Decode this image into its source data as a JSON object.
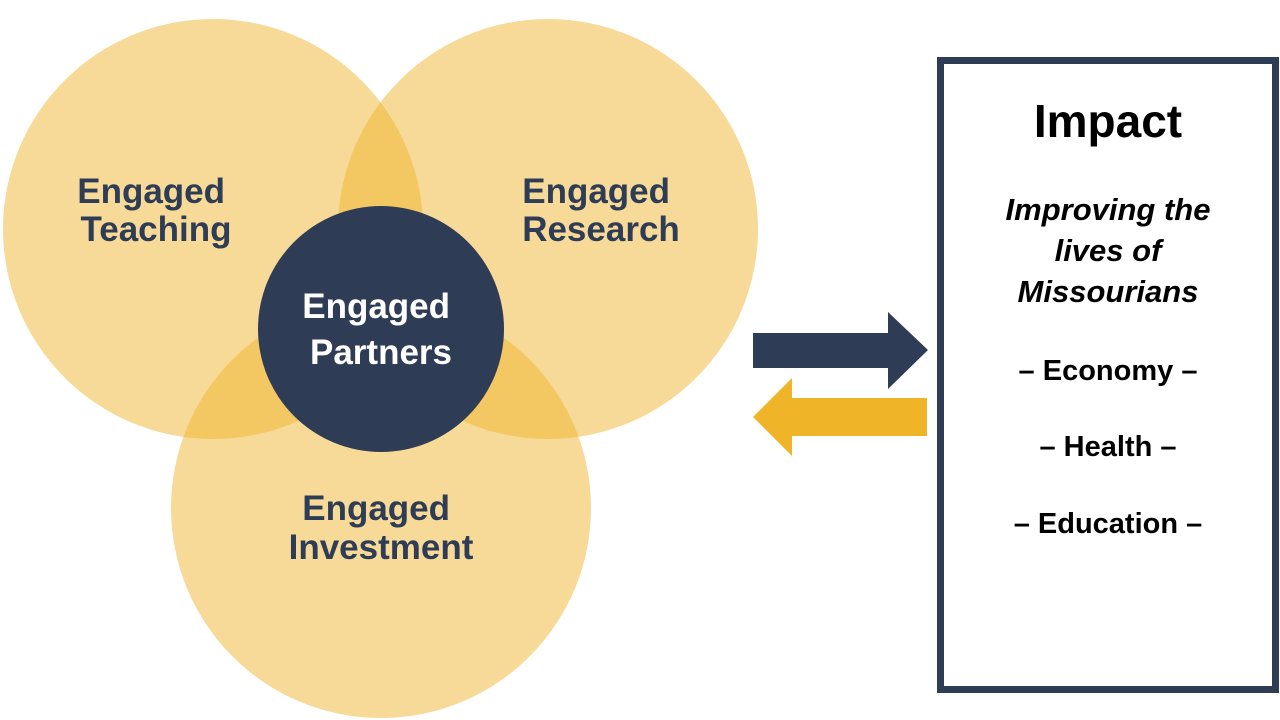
{
  "colors": {
    "circle_fill": "#f7da98",
    "overlap_fill": "#f3c862",
    "center_fill": "#2e3d55",
    "dark_text": "#2e3d55",
    "light_text": "#ffffff",
    "arrow_right": "#2e3d55",
    "arrow_left": "#f0b429",
    "box_border": "#2e3d55"
  },
  "circles": {
    "teaching": {
      "line1": "Engaged",
      "line2": "Teaching"
    },
    "research": {
      "line1": "Engaged",
      "line2": "Research"
    },
    "investment": {
      "line1": "Engaged",
      "line2": "Investment"
    },
    "partners": {
      "line1": "Engaged",
      "line2": "Partners"
    }
  },
  "impact": {
    "title": "Impact",
    "subtitle_line1": "Improving the",
    "subtitle_line2": "lives of",
    "subtitle_line3": "Missourians",
    "items": [
      "– Economy –",
      "– Health –",
      "– Education –"
    ]
  }
}
